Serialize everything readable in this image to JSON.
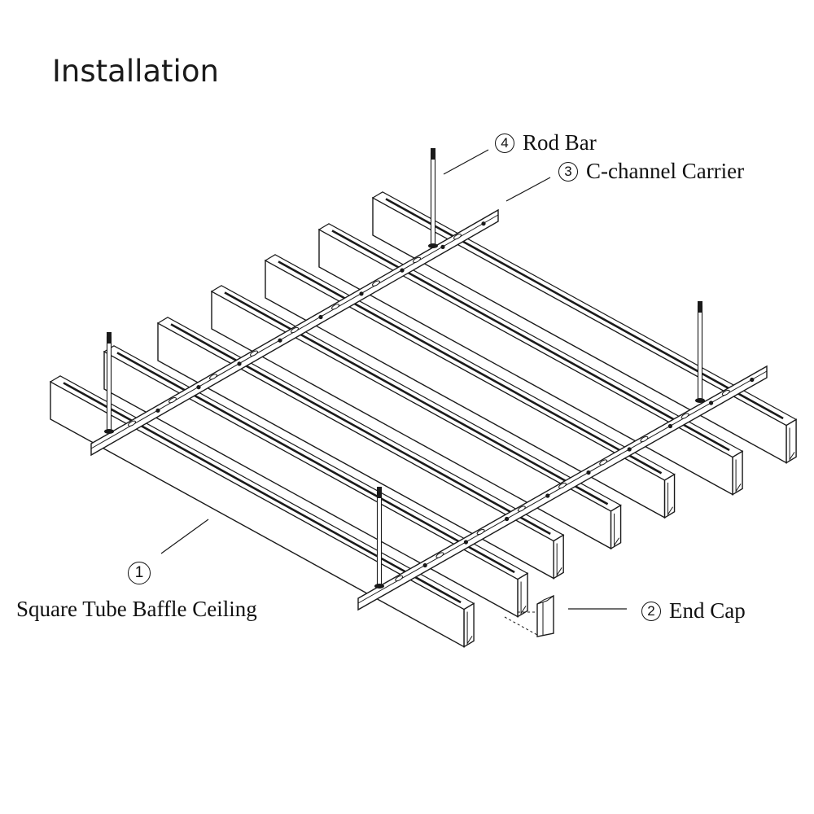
{
  "title": "Installation",
  "callouts": {
    "rod_bar": {
      "num": "4",
      "label": "Rod Bar"
    },
    "carrier": {
      "num": "3",
      "label": "C-channel Carrier"
    },
    "baffle": {
      "num": "1",
      "label": "Square Tube Baffle Ceiling"
    },
    "end_cap": {
      "num": "2",
      "label": "End Cap"
    }
  },
  "colors": {
    "line": "#1a1a1a",
    "background": "#ffffff"
  }
}
